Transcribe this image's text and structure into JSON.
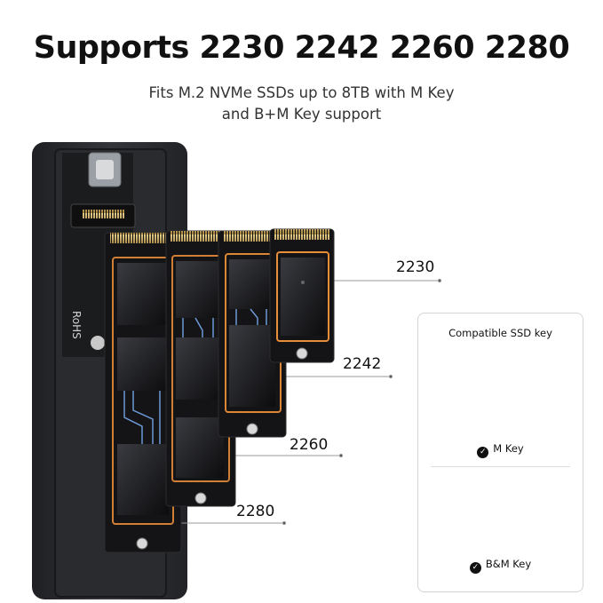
{
  "header": {
    "title": "Supports 2230 2242 2260 2280",
    "subtitle_line1": "Fits M.2 NVMe SSDs up to 8TB with M Key",
    "subtitle_line2": "and B+M Key support"
  },
  "enclosure": {
    "board_text": [
      "RoHS"
    ]
  },
  "ssd_sizes": [
    {
      "label": "2230"
    },
    {
      "label": "2242"
    },
    {
      "label": "2260"
    },
    {
      "label": "2280"
    }
  ],
  "key_card": {
    "title": "Compatible SSD key",
    "keys": [
      {
        "label": "M Key",
        "check_icon": "check-circle-icon"
      },
      {
        "label": "B&M Key",
        "check_icon": "check-circle-icon"
      }
    ]
  },
  "colors": {
    "enclosure": "#2b2c30",
    "pcb": "#1a1a1c",
    "gold": "#c9a85a",
    "glow": "#ff9a3c",
    "circuit": "#6c9ad6"
  }
}
